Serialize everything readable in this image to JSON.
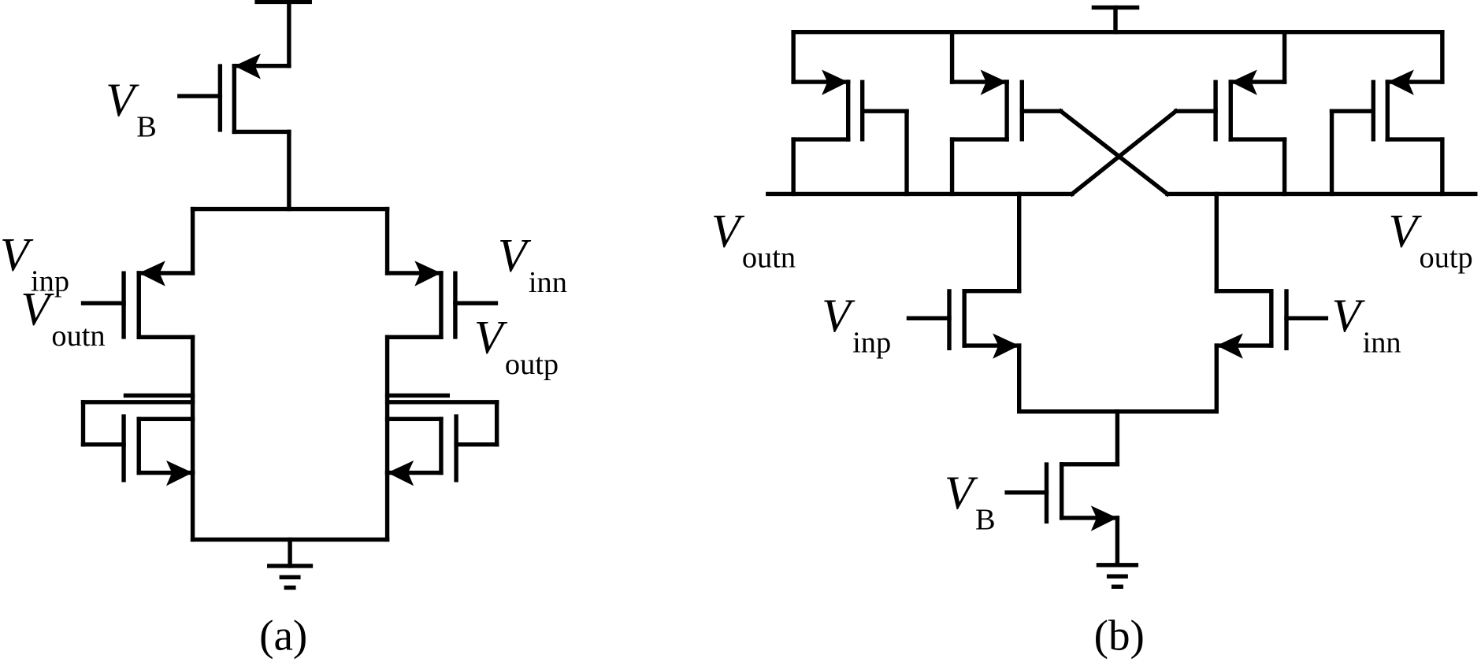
{
  "figure": {
    "panels": [
      {
        "id": "a",
        "caption": "(a)",
        "labels": {
          "vb": {
            "main": "V",
            "sub": "B"
          },
          "vinp": {
            "main": "V",
            "sub": "inp"
          },
          "vinn": {
            "main": "V",
            "sub": "inn"
          },
          "voutn": {
            "main": "V",
            "sub": "outn"
          },
          "voutp": {
            "main": "V",
            "sub": "outp"
          }
        }
      },
      {
        "id": "b",
        "caption": "(b)",
        "labels": {
          "vb": {
            "main": "V",
            "sub": "B"
          },
          "vinp": {
            "main": "V",
            "sub": "inp"
          },
          "vinn": {
            "main": "V",
            "sub": "inn"
          },
          "voutn": {
            "main": "V",
            "sub": "outn"
          },
          "voutp": {
            "main": "V",
            "sub": "outp"
          }
        }
      }
    ]
  }
}
